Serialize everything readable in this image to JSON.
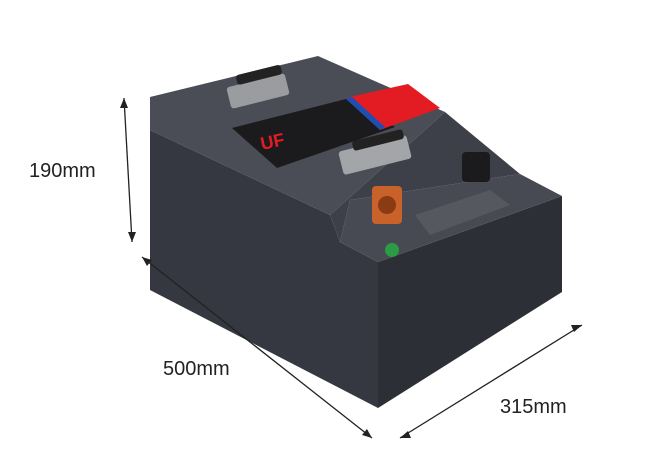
{
  "product": {
    "logo_text": "UF",
    "dimensions": {
      "height": "190mm",
      "length": "500mm",
      "width": "315mm"
    }
  },
  "colors": {
    "body": "#3a3d45",
    "label_red": "#e31b23",
    "label_blue": "#1d4fb3",
    "connector": "#c9622a"
  }
}
